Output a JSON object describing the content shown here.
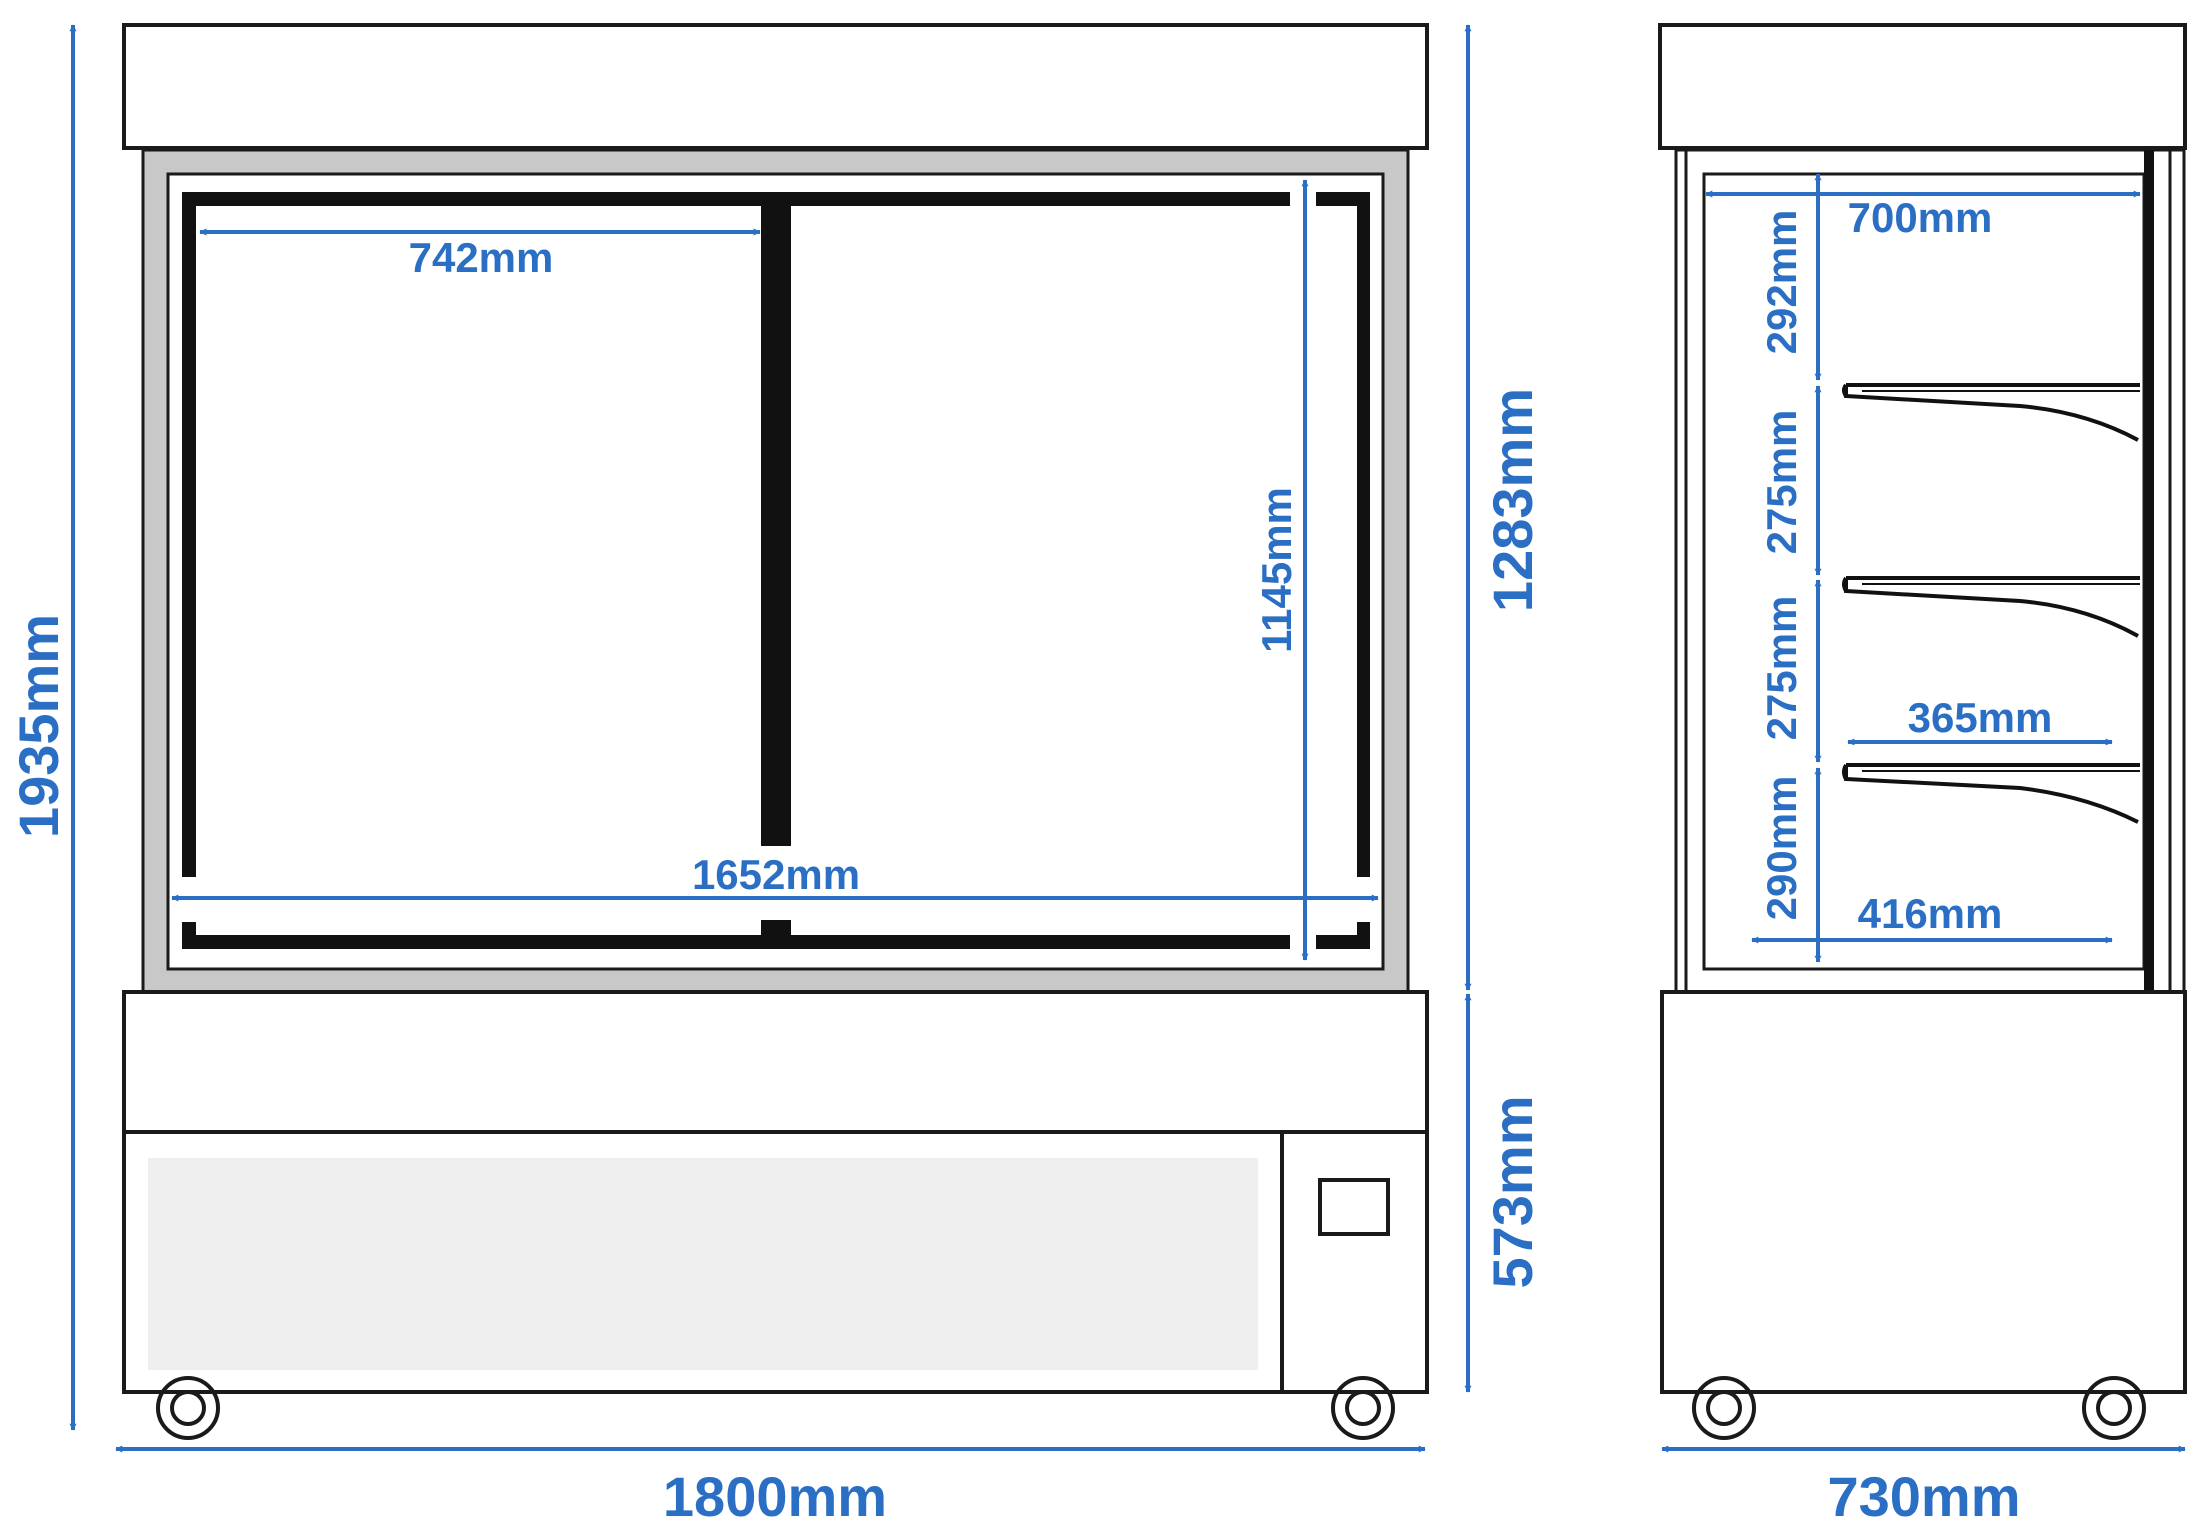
{
  "colors": {
    "dimension": "#2a6fc4",
    "outline": "#1a1a1a",
    "frame_gray": "#c8c8c8",
    "panel_fill": "#efefef"
  },
  "front_view": {
    "dim_door_width": "742mm",
    "dim_inner_width": "1652mm",
    "dim_inner_height": "1145mm",
    "dim_glass_height": "1283mm",
    "dim_base_height": "573mm",
    "dim_total_height": "1935mm",
    "dim_total_width": "1800mm"
  },
  "side_view": {
    "dim_inner_depth": "700mm",
    "dim_gap_top": "292mm",
    "dim_gap_2": "275mm",
    "dim_gap_3": "275mm",
    "dim_gap_bottom": "290mm",
    "dim_shelf_depth": "365mm",
    "dim_bottom_depth": "416mm",
    "dim_total_depth": "730mm"
  }
}
